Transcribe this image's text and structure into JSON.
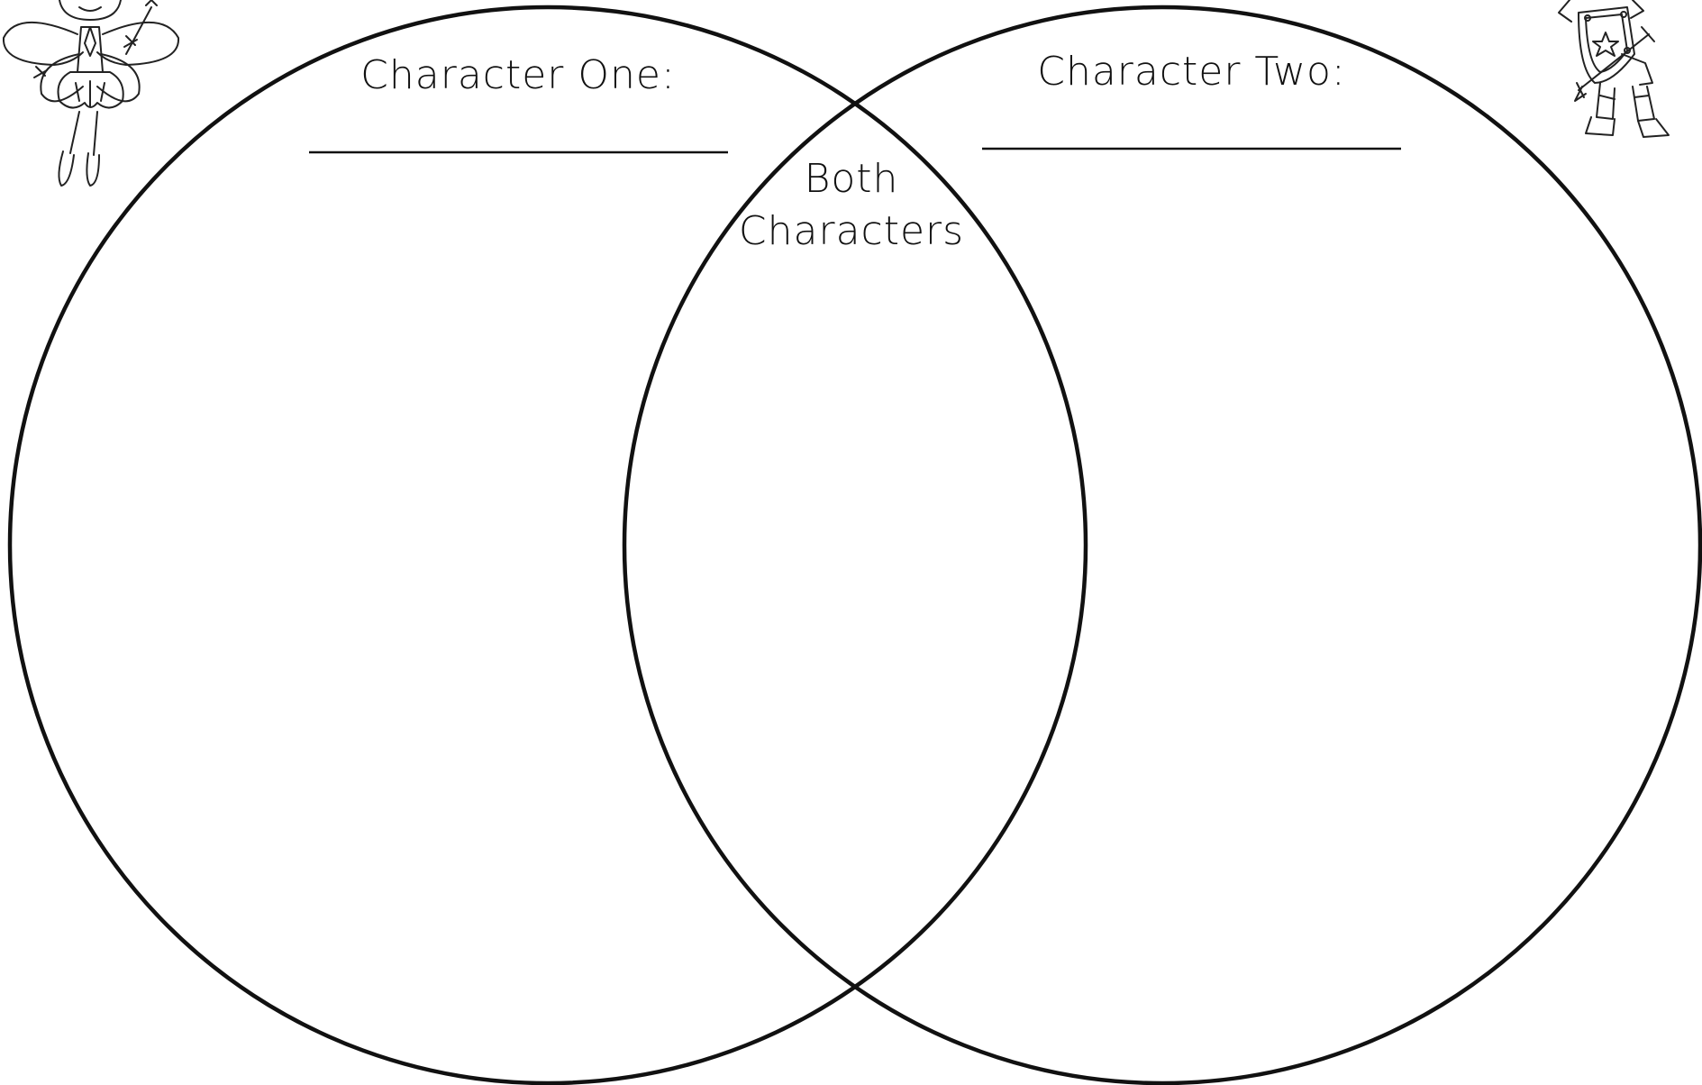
{
  "venn": {
    "left_title": "Character One:",
    "right_title": "Character Two:",
    "overlap_line1": "Both",
    "overlap_line2": "Characters"
  },
  "colors": {
    "stroke": "#111111",
    "background": "#ffffff"
  },
  "icons": [
    "fairy-clipart-icon",
    "knight-clipart-icon"
  ]
}
